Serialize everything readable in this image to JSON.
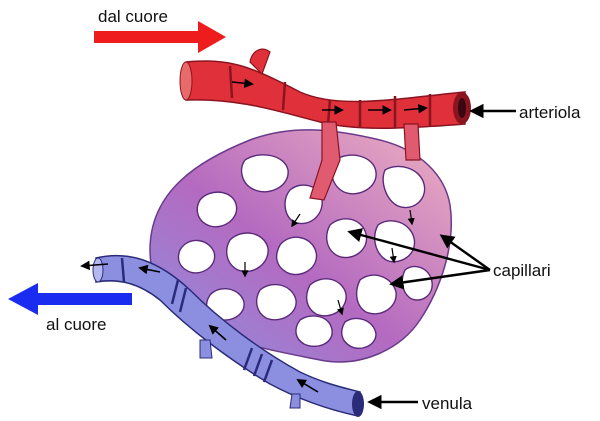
{
  "labels": {
    "from_heart": "dal cuore",
    "to_heart": "al cuore",
    "arteriole": "arteriola",
    "capillaries": "capillari",
    "venule": "venula"
  },
  "colors": {
    "arterial": "#e0303a",
    "arterial_dark": "#8a1420",
    "venous": "#8c8fe0",
    "venous_dark": "#2a2c7a",
    "capillary_mid": "#b46ac0",
    "capillary_light": "#efc0cc",
    "arrow_red": "#ee1c1c",
    "arrow_blue": "#1a2cf0",
    "pointer": "#000000"
  }
}
